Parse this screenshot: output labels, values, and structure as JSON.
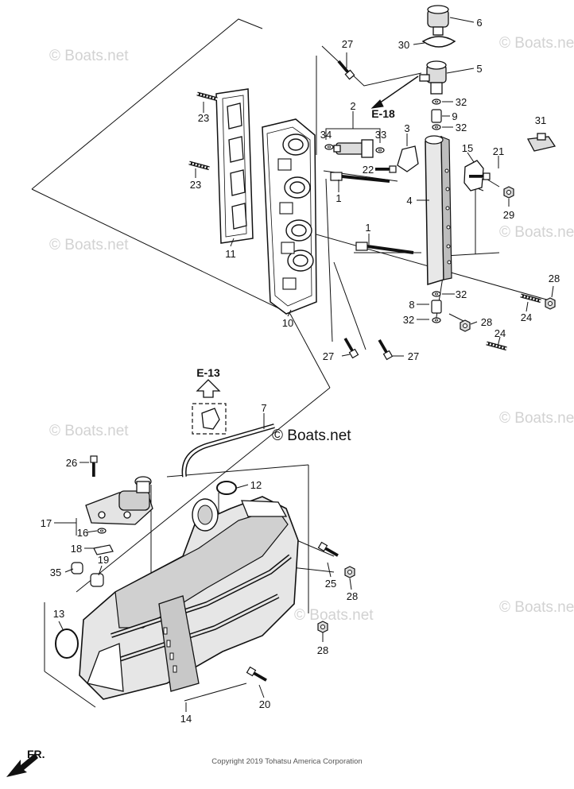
{
  "watermark": "© Boats.net",
  "logo_text": "© Boats.net",
  "copyright": "Copyright 2019 Tohatsu America Corporation",
  "front_marker": "FR.",
  "refs": {
    "e18": "E-18",
    "e13": "E-13"
  },
  "callouts": [
    "1",
    "2",
    "3",
    "4",
    "5",
    "6",
    "7",
    "8",
    "9",
    "10",
    "11",
    "12",
    "13",
    "14",
    "15",
    "16",
    "17",
    "18",
    "19",
    "20",
    "21",
    "22",
    "23",
    "24",
    "25",
    "26",
    "27",
    "28",
    "29",
    "30",
    "31",
    "32",
    "33",
    "34",
    "35"
  ]
}
